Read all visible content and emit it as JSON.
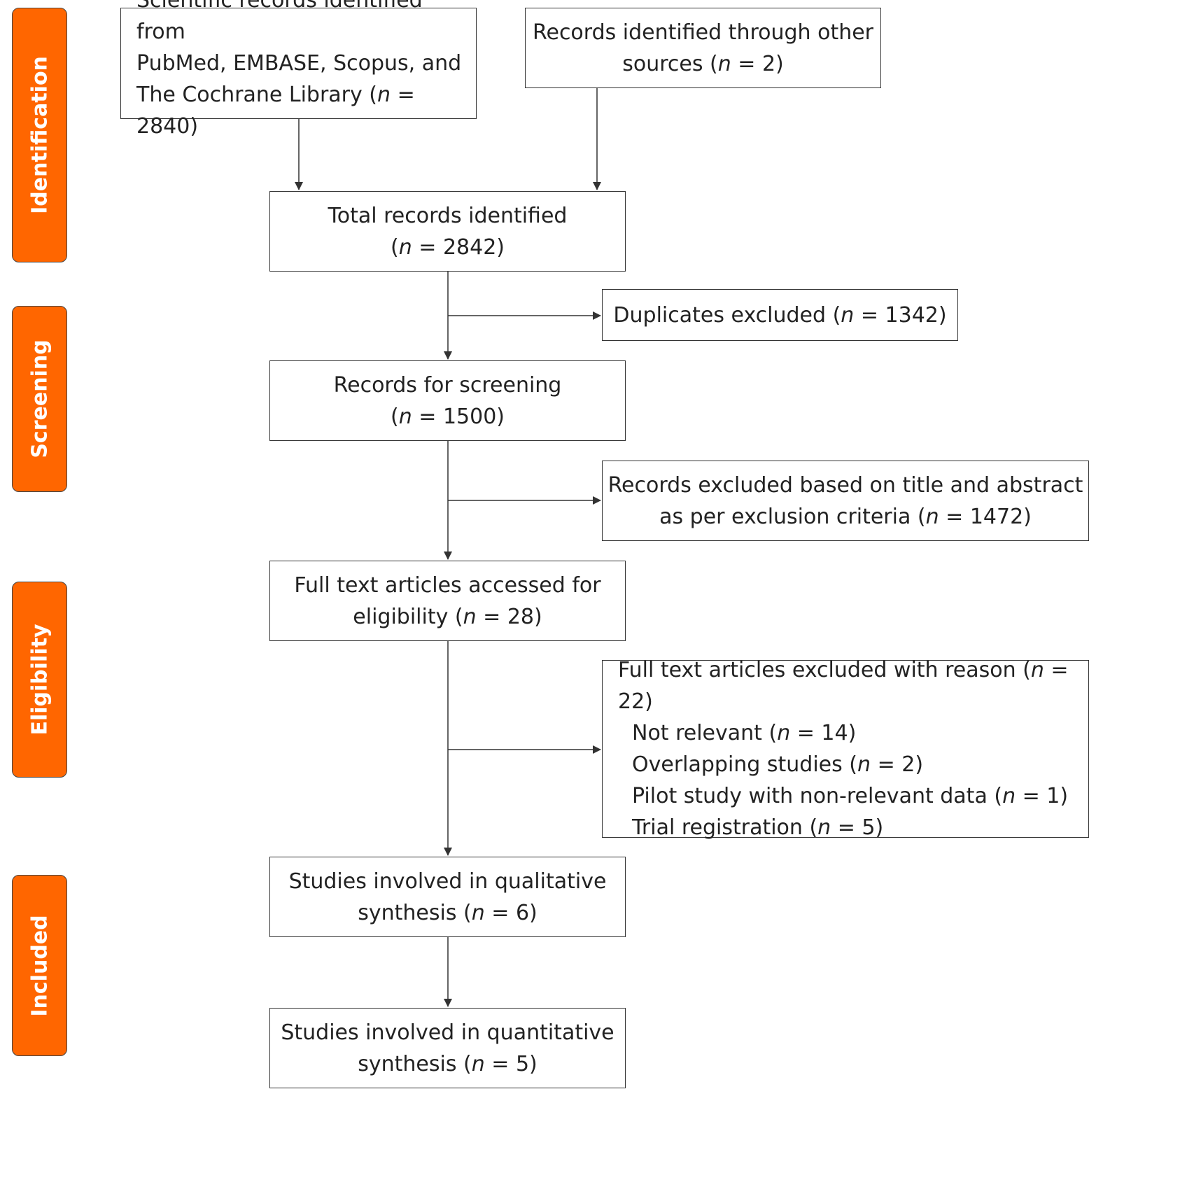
{
  "stages": {
    "identification": "Identification",
    "screening": "Screening",
    "eligibility": "Eligibility",
    "included": "Included"
  },
  "boxes": {
    "databases": {
      "line1": "Scientific records identified from",
      "line2": "PubMed, EMBASE, Scopus, and",
      "line3_prefix": "The Cochrane Library (",
      "n": "n",
      "line3_suffix": " = 2840)"
    },
    "other_sources": {
      "line1": "Records identified through other",
      "line2_prefix": "sources (",
      "n": "n",
      "line2_suffix": " = 2)"
    },
    "total": {
      "line1": "Total records identified",
      "line2_prefix": "(",
      "n": "n",
      "line2_suffix": " = 2842)"
    },
    "duplicates": {
      "prefix": "Duplicates excluded (",
      "n": "n",
      "suffix": " = 1342)"
    },
    "screening": {
      "line1": "Records for screening",
      "line2_prefix": "(",
      "n": "n",
      "line2_suffix": " = 1500)"
    },
    "excluded_title": {
      "line1": "Records excluded based on title and abstract",
      "line2_prefix": "as per exclusion criteria (",
      "n": "n",
      "line2_suffix": " = 1472)"
    },
    "fulltext": {
      "line1": "Full text articles accessed for",
      "line2_prefix": "eligibility (",
      "n": "n",
      "line2_suffix": " = 28)"
    },
    "fulltext_excluded": {
      "header_prefix": "Full text articles excluded with reason (",
      "n": "n",
      "header_suffix": " = 22)",
      "reasons": [
        {
          "prefix": "Not relevant (",
          "n": "n",
          "suffix": " = 14)"
        },
        {
          "prefix": "Overlapping studies (",
          "n": "n",
          "suffix": " = 2)"
        },
        {
          "prefix": "Pilot study with non-relevant data (",
          "n": "n",
          "suffix": " = 1)"
        },
        {
          "prefix": "Trial registration (",
          "n": "n",
          "suffix": " = 5)"
        }
      ]
    },
    "qualitative": {
      "line1": "Studies involved in qualitative",
      "line2_prefix": "synthesis (",
      "n": "n",
      "line2_suffix": " = 6)"
    },
    "quantitative": {
      "line1": "Studies involved in quantitative",
      "line2_prefix": "synthesis (",
      "n": "n",
      "line2_suffix": " = 5)"
    }
  },
  "colors": {
    "stage_fill": "#ff6600",
    "stage_text": "#ffffff",
    "line": "#333333"
  }
}
